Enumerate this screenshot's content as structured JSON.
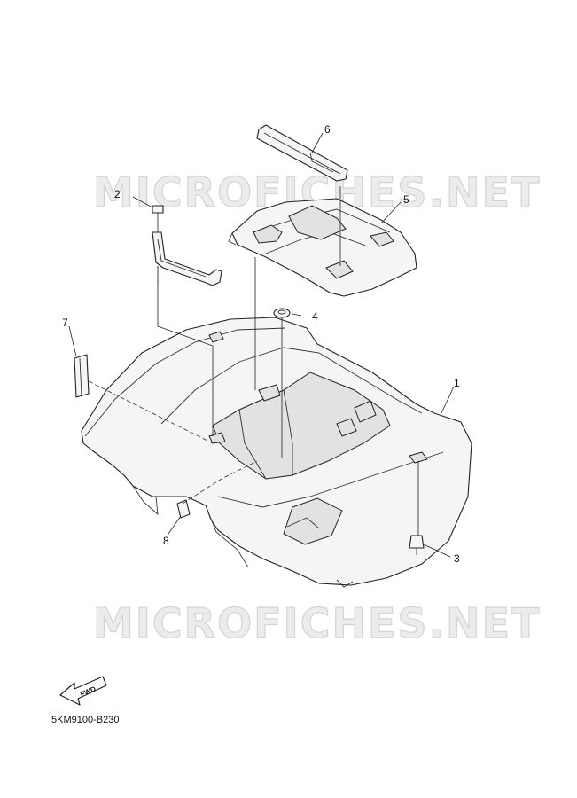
{
  "watermark": {
    "top_text": "MICROFICHES.NET",
    "bottom_text": "MICROFICHES.NET"
  },
  "callouts": {
    "c1": "1",
    "c2": "2",
    "c3": "3",
    "c4": "4",
    "c5": "5",
    "c6": "6",
    "c7": "7",
    "c8": "8"
  },
  "fwd_label": "FWD",
  "diagram_code": "5KM9100-B230"
}
